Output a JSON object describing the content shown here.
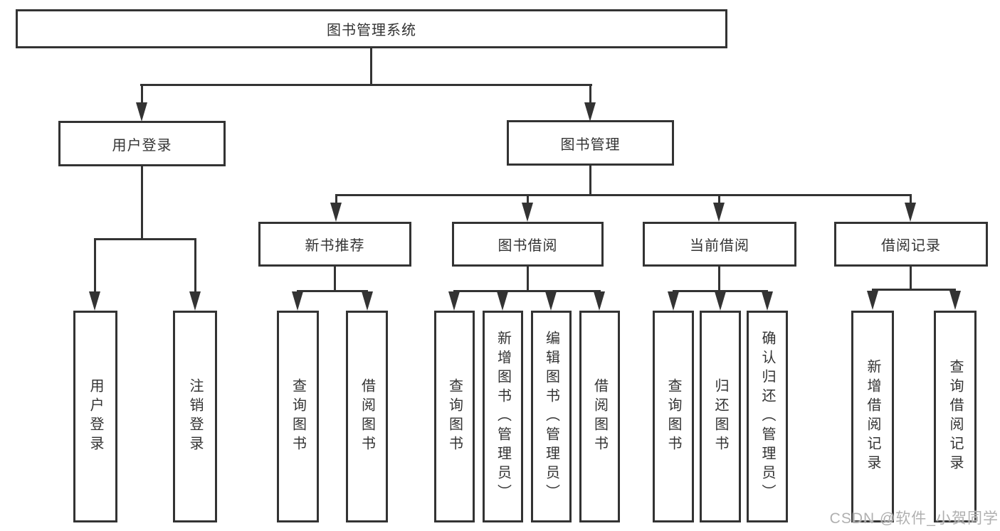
{
  "title": "图书管理系统",
  "branches": {
    "user": {
      "label": "用户登录",
      "children": [
        {
          "label": "用户登录"
        },
        {
          "label": "注销登录"
        }
      ]
    },
    "book": {
      "label": "图书管理",
      "groups": [
        {
          "label": "新书推荐",
          "children": [
            {
              "label": "查询图书"
            },
            {
              "label": "借阅图书"
            }
          ]
        },
        {
          "label": "图书借阅",
          "children": [
            {
              "label": "查询图书"
            },
            {
              "label": "新增图书（管理员）"
            },
            {
              "label": "编辑图书（管理员）"
            },
            {
              "label": "借阅图书"
            }
          ]
        },
        {
          "label": "当前借阅",
          "children": [
            {
              "label": "查询图书"
            },
            {
              "label": "归还图书"
            },
            {
              "label": "确认归还（管理员）"
            }
          ]
        },
        {
          "label": "借阅记录",
          "children": [
            {
              "label": "新增借阅记录"
            },
            {
              "label": "查询借阅记录"
            }
          ]
        }
      ]
    }
  },
  "watermark": "CSDN @软件_小贺同学",
  "colors": {
    "line": "#333333",
    "text": "#333333",
    "watermark": "#b0b0b0",
    "background": "#ffffff"
  }
}
